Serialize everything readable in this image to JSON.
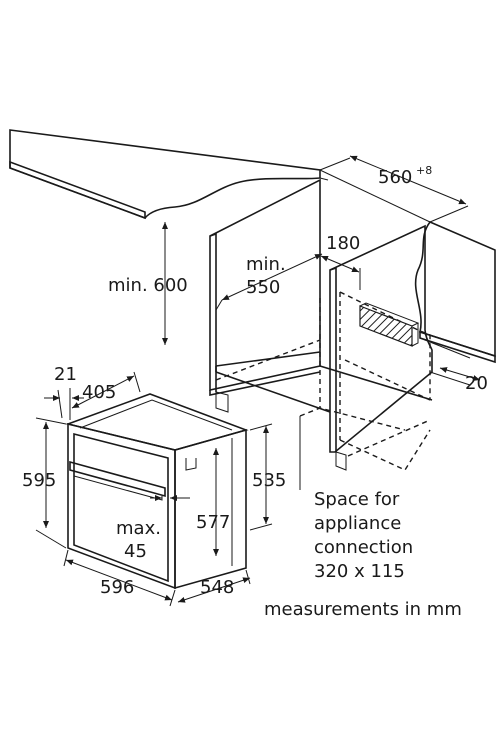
{
  "colors": {
    "line": "#1a1a1a",
    "countertop": "#bdbdbd",
    "cabinet": "#ffffff",
    "hatch": "#9e9e9e"
  },
  "labels": {
    "cutout_width": "560",
    "cutout_width_tol": "+8",
    "niche_depth": "180",
    "min_height": "min. 600",
    "min_depth_1": "min.",
    "min_depth_2": "550",
    "gap_right": "20",
    "front_panel": "21",
    "depth_405": "405",
    "height_595": "595",
    "height_535": "535",
    "height_577": "577",
    "max_1": "max.",
    "max_2": "45",
    "width_596": "596",
    "depth_548": "548",
    "space_1": "Space for",
    "space_2": "appliance",
    "space_3": "connection",
    "space_4": "320 x 115",
    "units": "measurements in mm"
  }
}
